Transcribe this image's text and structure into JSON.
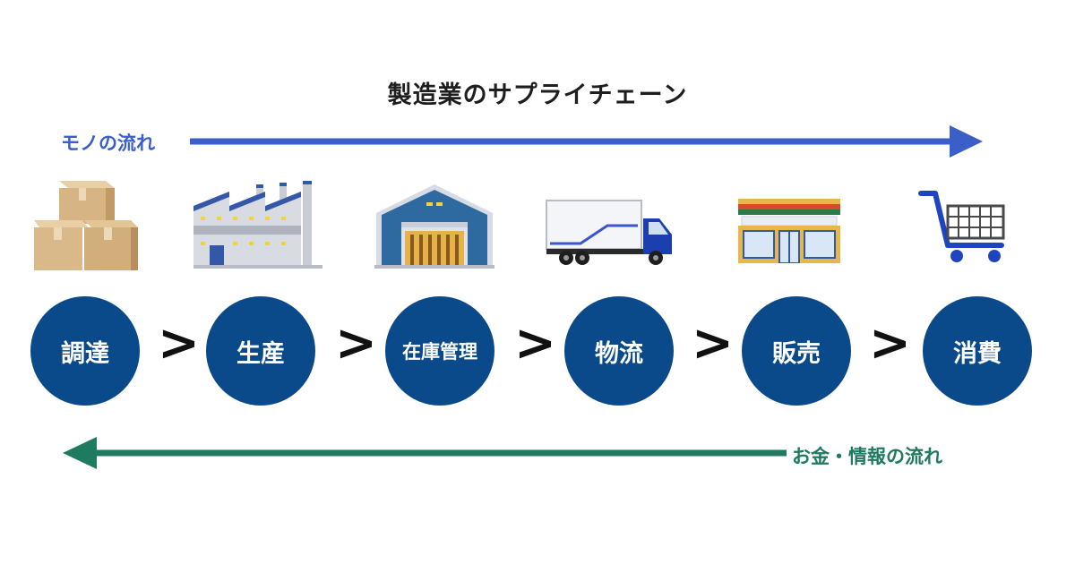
{
  "title": "製造業のサプライチェーン",
  "flows": {
    "goods": {
      "label": "モノの流れ",
      "color": "#3a5fc8"
    },
    "money": {
      "label": "お金・情報の流れ",
      "color": "#1f7a62"
    }
  },
  "stages": [
    {
      "label": "調達",
      "icon": "cardboard-boxes-icon"
    },
    {
      "label": "生産",
      "icon": "factory-icon"
    },
    {
      "label": "在庫管理",
      "icon": "warehouse-icon"
    },
    {
      "label": "物流",
      "icon": "truck-icon"
    },
    {
      "label": "販売",
      "icon": "store-icon"
    },
    {
      "label": "消費",
      "icon": "shopping-cart-icon"
    }
  ],
  "separator": ">",
  "colors": {
    "circle": "#0b4a8a",
    "text": "#1e1e1e",
    "box": "#d9b98a",
    "building": "#2e6aa0",
    "truck_cab": "#1c3fb0",
    "cart": "#1e44c0"
  }
}
